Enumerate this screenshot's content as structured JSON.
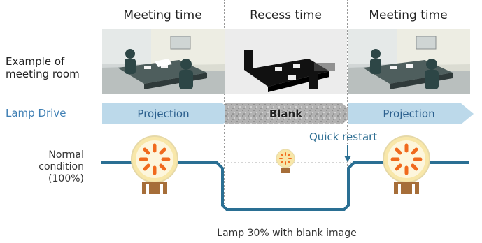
{
  "columns": [
    {
      "title": "Meeting time",
      "lamp": "Projection"
    },
    {
      "title": "Recess time",
      "lamp": "Blank"
    },
    {
      "title": "Meeting time",
      "lamp": "Projection"
    }
  ],
  "left": {
    "example_line1": "Example of",
    "example_line2": "meeting room",
    "lamp_drive": "Lamp Drive",
    "normal_line1": "Normal",
    "normal_line2": "condition",
    "normal_line3": "(100%)"
  },
  "annotations": {
    "quick_restart": "Quick restart",
    "lamp_reduced": "Lamp 30% with blank image"
  },
  "lamp_levels": {
    "normal_percent": 100,
    "reduced_percent": 30
  },
  "colors": {
    "arrow_blue": "#bcd9ea",
    "text_blue": "#3f7fb4",
    "line_blue": "#2a6f93",
    "lamp_orange": "#f06a1d",
    "lamp_glow": "#f8e7a9",
    "lamp_base": "#a66e39"
  },
  "icons": [
    "meeting-room-photo",
    "blank-room-photo",
    "lamp-bulb-icon",
    "down-arrow-icon"
  ]
}
